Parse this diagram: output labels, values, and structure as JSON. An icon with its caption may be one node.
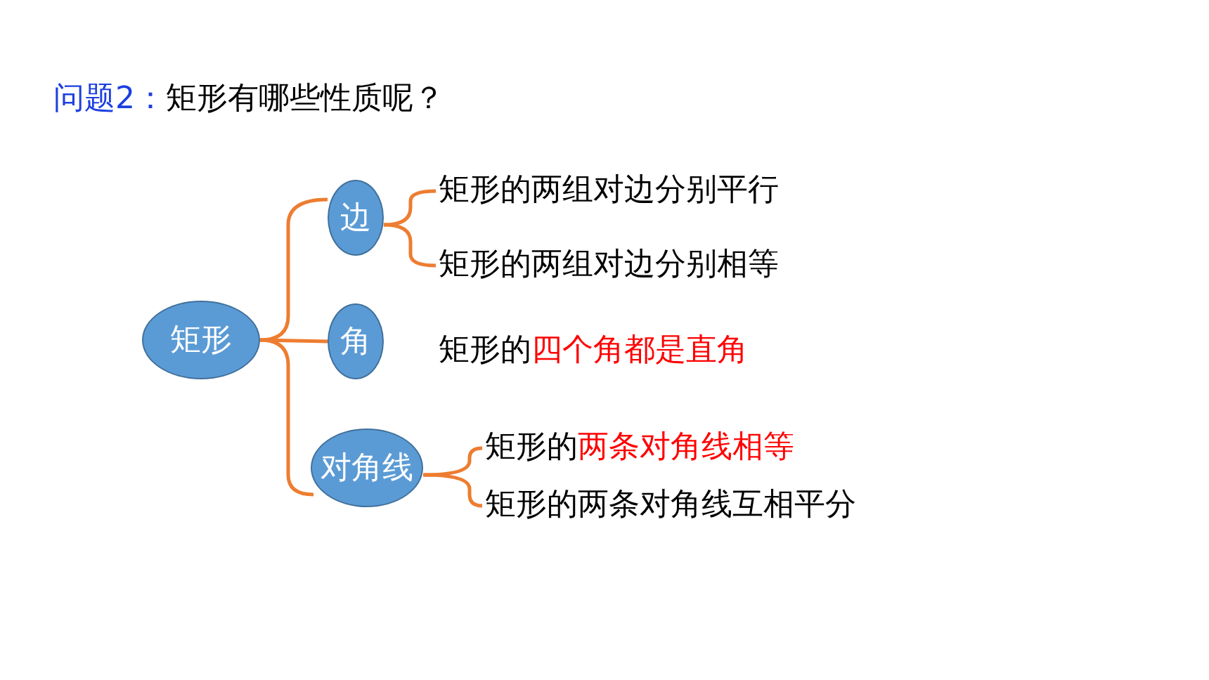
{
  "diagram": {
    "title": "**问题2：**矩形有哪些性质呢？",
    "nodes": [
      {
        "text": [
          "矩形"
        ]
      },
      {
        "text": [
          "边"
        ]
      },
      {
        "text": [
          "角"
        ],
        "beside": [
          "矩形的**四个角都是直角**"
        ]
      },
      {
        "text": [
          "对角线"
        ]
      },
      {
        "text": [
          "矩形的两组对边分别平行"
        ]
      },
      {
        "text": [
          "矩形的两组对边分别相等"
        ]
      },
      {
        "text": [
          "矩形的**两条对角线相等**"
        ]
      },
      {
        "text": [
          "矩形的两条对角线互相平分"
        ]
      }
    ],
    "edges": [
      {
        "from": 0,
        "to": 1,
        "arrow": "none"
      },
      {
        "from": 0,
        "to": 2,
        "arrow": "none"
      },
      {
        "from": 0,
        "to": 3,
        "arrow": "none"
      },
      {
        "from": 1,
        "to": 4,
        "arrow": "none"
      },
      {
        "from": 1,
        "to": 5,
        "arrow": "none"
      },
      {
        "from": 3,
        "to": 6,
        "arrow": "none"
      },
      {
        "from": 3,
        "to": 7,
        "arrow": "none"
      }
    ]
  }
}
